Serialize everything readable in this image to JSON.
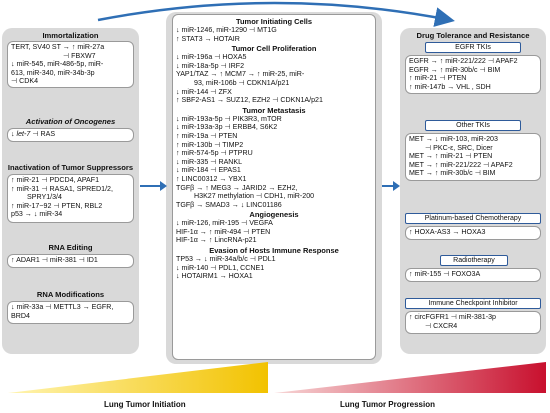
{
  "left": {
    "immortalization": {
      "title": "Immortalization",
      "lines": [
        "TERT, SV40 ST → ↑ miR-27a",
        "⊣ FBXW7",
        "↓ miR-545, miR-486-5p, miR-",
        "613, miR-340, miR-34b-3p",
        "⊣ CDK4"
      ]
    },
    "oncogenes": {
      "title": "Activation of Oncogenes",
      "lines": [
        "↓ let-7 ⊣ RAS"
      ]
    },
    "suppressors": {
      "title": "Inactivation of Tumor Suppressors",
      "lines": [
        "↑ miR-21 ⊣ PDCD4, APAF1",
        "↑ miR-31 ⊣ RASA1, SPRED1/2,",
        "SPRY1/3/4",
        "↑ miR-17~92 ⊣ PTEN, RBL2",
        "p53 → ↓ miR-34"
      ]
    },
    "editing": {
      "title": "RNA Editing",
      "lines": [
        "↑ ADAR1 ⊣ miR-381 ⊣ ID1"
      ]
    },
    "modifications": {
      "title": "RNA Modifications",
      "lines": [
        "↓ miR-33a ⊣ METTL3 → EGFR,",
        "BRD4"
      ]
    }
  },
  "middle": {
    "initiating": {
      "title": "Tumor Initiating Cells",
      "lines": [
        "↓ miR-1246, miR-1290 ⊣ MT1G",
        "↑ STAT3 → HOTAIR"
      ]
    },
    "proliferation": {
      "title": "Tumor Cell Proliferation",
      "lines": [
        "↓ miR-196a ⊣ HOXA5",
        "↓ miR-18a-5p ⊣ IRF2",
        "YAP1/TAZ → ↑ MCM7 → ↑ miR-25, miR-",
        "93, miR-106b ⊣ CDKN1A/p21",
        "↓ miR-144 ⊣ ZFX",
        "↑ SBF2-AS1 → SUZ12, EZH2 ⊣ CDKN1A/p21"
      ]
    },
    "metastasis": {
      "title": "Tumor Metastasis",
      "lines": [
        "↓ miR-193a-5p ⊣ PIK3R3, mTOR",
        "↓ miR-193a-3p ⊣ ERBB4, S6K2",
        "↑ miR-19a ⊣ PTEN",
        "↑ miR-130b ⊣ TIMP2",
        "↑ miR-574-5p ⊣ PTPRU",
        "↓ miR-335 ⊣ RANKL",
        "↓ miR-184 ⊣ EPAS1",
        "↑ LINC00312 → YBX1",
        "TGFβ → ↑ MEG3 → JARID2 → EZH2,",
        "H3K27 methylation ⊣ CDH1, miR-200",
        "TGFβ → SMAD3 → ↓ LINC01186"
      ]
    },
    "angiogenesis": {
      "title": "Angiogenesis",
      "lines": [
        "↓ miR-126, miR-195 ⊣ VEGFA",
        "HIF-1α → ↑ miR-494 ⊣ PTEN",
        "HIF-1α → ↑ LincRNA-p21"
      ]
    },
    "evasion": {
      "title": "Evasion of Hosts Immune Response",
      "lines": [
        "TP53 → ↓ miR-34a/b/c ⊣ PDL1",
        "↓ miR-140 ⊣ PDL1, CCNE1",
        "↓ HOTAIRM1 → HOXA1"
      ]
    }
  },
  "right": {
    "title": "Drug Tolerance and Resistance",
    "egfr": {
      "title": "EGFR TKIs",
      "lines": [
        "EGFR → ↑ miR-221/222 ⊣ APAF2",
        "EGFR → ↑ miR-30b/c ⊣ BIM",
        "↑ miR-21 ⊣ PTEN",
        "↑ miR-147b → VHL , SDH"
      ]
    },
    "other": {
      "title": "Other TKIs",
      "lines": [
        "MET → ↓ miR-103, miR-203",
        "⊣ PKC-ε, SRC, Dicer",
        "MET → ↑ miR-21 ⊣ PTEN",
        "MET → ↑ miR-221/222 ⊣ APAF2",
        "MET → ↑ miR-30b/c ⊣ BIM"
      ]
    },
    "platinum": {
      "title": "Platinum-based Chemotherapy",
      "lines": [
        "↑ HOXA-AS3 → HOXA3"
      ]
    },
    "radio": {
      "title": "Radiotherapy",
      "lines": [
        "↑ miR-155 ⊣ FOXO3A"
      ]
    },
    "checkpoint": {
      "title": "Immune Checkpoint Inhibitor",
      "lines": [
        "↑ circFGFR1 ⊣ miR-381-3p",
        "⊣ CXCR4"
      ]
    }
  },
  "footer": {
    "initiation": "Lung Tumor Initiation",
    "progression": "Lung Tumor Progression"
  },
  "colors": {
    "column_bg": "#d9d9d9",
    "arrow": "#2f6fb5",
    "wedge_yellow": "#f5d21a",
    "wedge_red": "#c8102e"
  }
}
